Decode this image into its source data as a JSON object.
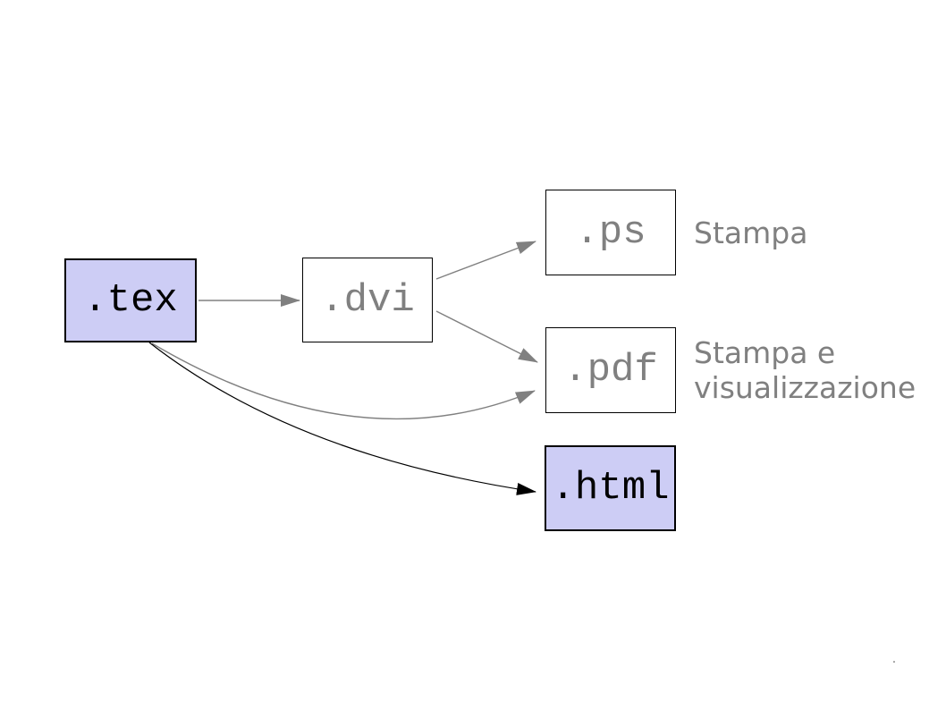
{
  "nodes": {
    "tex": {
      "label": ".tex",
      "highlighted": true
    },
    "dvi": {
      "label": ".dvi",
      "highlighted": false
    },
    "ps": {
      "label": ".ps",
      "highlighted": false
    },
    "pdf": {
      "label": ".pdf",
      "highlighted": false
    },
    "html": {
      "label": ".html",
      "highlighted": true
    }
  },
  "annotations": {
    "ps": "Stampa",
    "pdf": "Stampa e visualizzazione"
  },
  "edges": [
    {
      "from": "tex",
      "to": "dvi",
      "color": "#808080",
      "style": "straight"
    },
    {
      "from": "dvi",
      "to": "ps",
      "color": "#808080",
      "style": "straight"
    },
    {
      "from": "dvi",
      "to": "pdf",
      "color": "#808080",
      "style": "straight"
    },
    {
      "from": "tex",
      "to": "pdf",
      "color": "#808080",
      "style": "curved"
    },
    {
      "from": "tex",
      "to": "html",
      "color": "#000000",
      "style": "curved"
    }
  ],
  "colors": {
    "highlight_fill": "#cdcdf5",
    "plain_fill": "#ffffff",
    "gray": "#808080",
    "black": "#000000",
    "background": "#ffffff"
  },
  "footer": {
    "dot": "."
  }
}
